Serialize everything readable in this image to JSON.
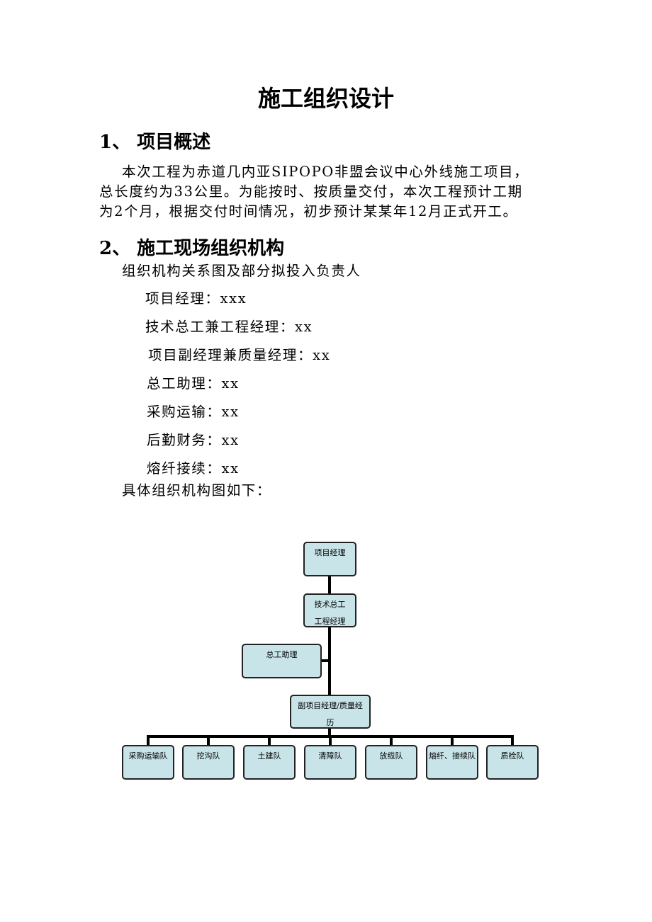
{
  "title": "施工组织设计",
  "section1": {
    "heading": "1、 项目概述",
    "lines": [
      "本次工程为赤道几内亚SIPOPO非盟会议中心外线施工项目，",
      "总长度约为33公里。为能按时、按质量交付，本次工程预计工期",
      "为2个月，根据交付时间情况，初步预计某某年12月正式开工。"
    ]
  },
  "section2": {
    "heading": "2、 施工现场组织机构",
    "intro": "组织机构关系图及部分拟投入负责人",
    "staff": [
      "项目经理：xxx",
      "技术总工兼工程经理：xx",
      "项目副经理兼质量经理：xx",
      "总工助理：xx",
      "采购运输：xx",
      "后勤财务：xx",
      "熔纤接续：xx"
    ],
    "chart_intro": "具体组织机构图如下："
  },
  "org_chart": {
    "box_color": "#c8e4e8",
    "manager": "项目经理",
    "chief_engineer": [
      "技术总工",
      "工程经理"
    ],
    "assistant": "总工助理",
    "deputy": [
      "副项目经理/质量经",
      "历"
    ],
    "teams": [
      "采购运输队",
      "挖沟队",
      "土建队",
      "清障队",
      "放缆队",
      "熔纤、接续队",
      "质检队"
    ]
  }
}
